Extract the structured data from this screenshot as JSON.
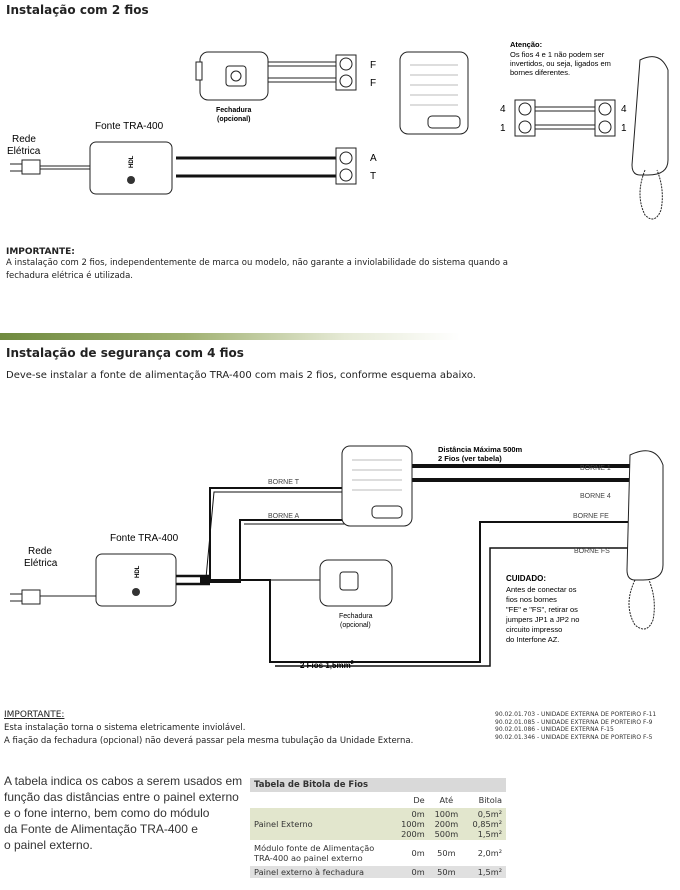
{
  "section1": {
    "title": "Instalação com 2 fios",
    "labels": {
      "fechadura": "Fechadura",
      "opcional": "(opcional)",
      "fonte": "Fonte TRA-400",
      "rede1": "Rede",
      "rede2": "Elétrica",
      "F1": "F",
      "F2": "F",
      "A": "A",
      "T": "T",
      "t4l": "4",
      "t1l": "1",
      "t4r": "4",
      "t1r": "1",
      "brand": "HDL"
    },
    "attention": {
      "title": "Atenção:",
      "lines": [
        "Os fios 4 e 1 não podem ser",
        "invertidos, ou seja, ligados em",
        "bornes diferentes."
      ]
    },
    "important": {
      "title": "IMPORTANTE:",
      "lines": [
        "A instalação com 2 fios, independentemente de marca ou modelo, não garante a inviolabilidade do sistema quando a",
        "fechadura elétrica é utilizada."
      ]
    }
  },
  "section2": {
    "title": "Instalação de segurança com 4 fios",
    "subtitle": "Deve-se instalar a fonte de alimentação TRA-400 com mais 2 fios, conforme esquema abaixo.",
    "labels": {
      "dist1": "Distância Máxima 500m",
      "dist2": "2 Fios (ver tabela)",
      "borne1": "BORNE 1",
      "borne4": "BORNE 4",
      "bornefe": "BORNE FE",
      "bornefs": "BORNE FS",
      "bornet": "BORNE T",
      "bornea": "BORNE A",
      "fonte": "Fonte TRA-400",
      "rede1": "Rede",
      "rede2": "Elétrica",
      "fechadura": "Fechadura",
      "opcional": "(opcional)",
      "fios": "2 Fios 1,5mm",
      "sup": "2",
      "brand": "HDL"
    },
    "caution": {
      "title": "CUIDADO:",
      "lines": [
        "Antes de conectar os",
        "fios nos bornes",
        "\"FE\" e \"FS\", retirar os",
        " jumpers JP1 a JP2 no",
        "circuito impresso",
        "do Interfone AZ."
      ]
    },
    "important": {
      "title": "IMPORTANTE:",
      "lines": [
        "Esta instalação torna o sistema eletricamente inviolável.",
        "A fiação da fechadura (opcional) não deverá passar pela mesma tubulação da Unidade Externa."
      ]
    },
    "codes": [
      "90.02.01.703 - UNIDADE EXTERNA DE PORTEIRO F-11",
      "90.02.01.085 - UNIDADE EXTERNA DE PORTEIRO F-9",
      "90.02.01.086 - UNIDADE EXTERNA F-15",
      "90.02.01.346 - UNIDADE EXTERNA DE PORTEIRO F-5"
    ]
  },
  "paragraph": [
    "A tabela indica os cabos a serem usados em",
    "função das distâncias entre o painel externo",
    "e o fone interno, bem como do módulo",
    "da Fonte de Alimentação TRA-400 e",
    "o painel externo."
  ],
  "table": {
    "caption": "Tabela de Bitola de Fios",
    "headers": [
      "",
      "De",
      "Até",
      "Bitola"
    ],
    "painel": {
      "label": "Painel Externo",
      "de": [
        "0m",
        "100m",
        "200m"
      ],
      "ate": [
        "100m",
        "200m",
        "500m"
      ],
      "bitola": [
        "0,5m²",
        "0,85m²",
        "1,5m²"
      ]
    },
    "modulo": {
      "label1": "Módulo fonte de Alimentação",
      "label2": "TRA-400 ao painel externo",
      "de": "0m",
      "ate": "50m",
      "bitola": "2,0m²"
    },
    "fechadura": {
      "label": "Painel externo à fechadura",
      "de": "0m",
      "ate": "50m",
      "bitola": "1,5m²"
    }
  },
  "colors": {
    "accent_bar": "#6f8a3f",
    "table_green": "#e2e6cd",
    "table_gray": "#e0e0e0"
  }
}
